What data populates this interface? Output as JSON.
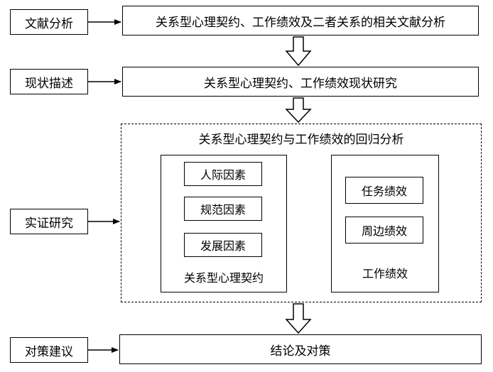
{
  "stages": [
    {
      "method": "文献分析",
      "content": "关系型心理契约、工作绩效及二者关系的相关文献分析"
    },
    {
      "method": "现状描述",
      "content": "关系型心理契约、工作绩效现状研究"
    },
    {
      "method": "实证研究",
      "content": "关系型心理契约与工作绩效的回归分析"
    },
    {
      "method": "对策建议",
      "content": "结论及对策"
    }
  ],
  "psych_contract": {
    "title": "关系型心理契约",
    "factors": [
      "人际因素",
      "规范因素",
      "发展因素"
    ]
  },
  "work_performance": {
    "title": "工作绩效",
    "items": [
      "任务绩效",
      "周边绩效"
    ]
  }
}
